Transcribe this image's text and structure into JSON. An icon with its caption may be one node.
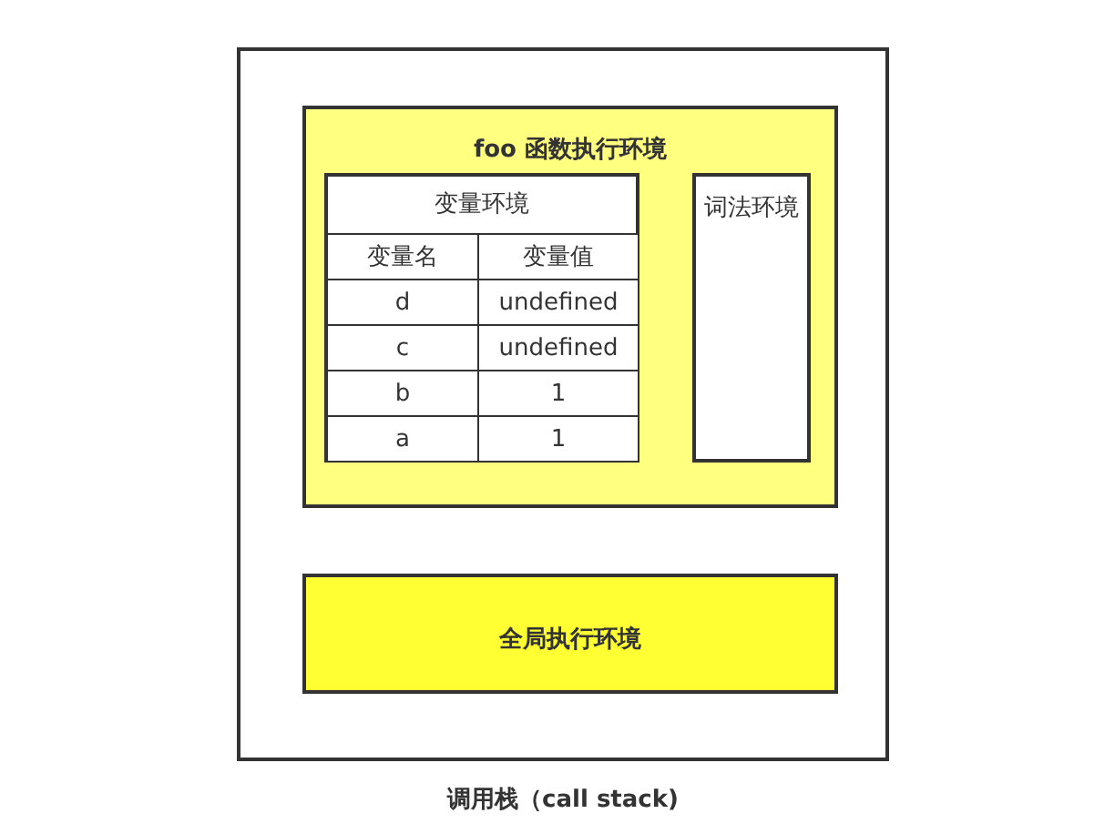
{
  "diagram": {
    "nodes": [
      {
        "text": [
          "调用栈（call stack)"
        ]
      },
      {
        "text": [
          "foo 函数执行环境"
        ],
        "in": 0
      },
      {
        "text": [
          "变量环境"
        ],
        "in": 1
      },
      {
        "text": [
          "词法环境"
        ],
        "in": 1
      },
      {
        "text": [
          "全局执行环境"
        ],
        "in": 0
      }
    ],
    "labels": [
      "变量名",
      "变量值",
      "d",
      "undefined",
      "c",
      "undefined",
      "b",
      "1",
      "a",
      "1"
    ]
  }
}
